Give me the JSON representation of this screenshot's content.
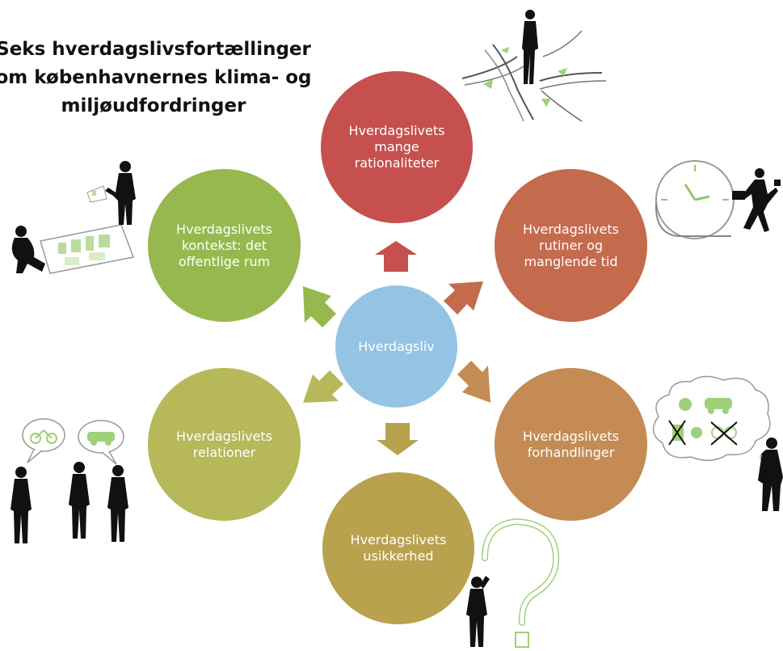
{
  "title": {
    "lines": [
      "Seks hverdagslivsfortællinger",
      "om københavnernes klima- og",
      "miljøudfordringer"
    ]
  },
  "center": {
    "label": "Hverdagsliv",
    "color": "#95c3e3"
  },
  "nodes": [
    {
      "id": "rationaliteter",
      "label": "Hverdagslivets\nmange\nrationaliteter",
      "color": "#c5504d",
      "icon": "crossroads-person-icon"
    },
    {
      "id": "rutiner",
      "label": "Hverdagslivets\nrutiner og\nmanglende tid",
      "color": "#c46a4d",
      "icon": "clock-running-person-icon"
    },
    {
      "id": "forhandlinger",
      "label": "Hverdagslivets\nforhandlinger",
      "color": "#c48c54",
      "icon": "thought-bubble-person-icon"
    },
    {
      "id": "usikkerhed",
      "label": "Hverdagslivets\nusikkerhed",
      "color": "#b8a24e",
      "icon": "question-mark-person-icon"
    },
    {
      "id": "relationer",
      "label": "Hverdagslivets\nrelationer",
      "color": "#b6b85a",
      "icon": "talking-people-icon"
    },
    {
      "id": "kontekst",
      "label": "Hverdagslivets\nkontekst: det\noffentlige rum",
      "color": "#96b84e",
      "icon": "map-people-icon"
    }
  ]
}
